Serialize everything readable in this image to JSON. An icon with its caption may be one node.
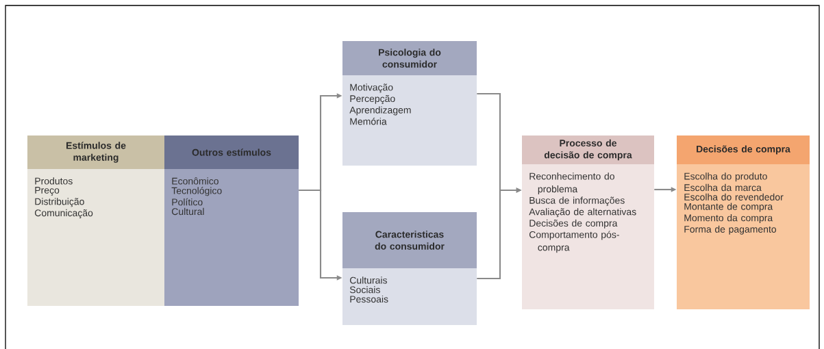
{
  "diagram": {
    "nodes": [
      {
        "text": [
          "Estímulos de marketing",
          "Produtos",
          "Preço",
          "Distribuição",
          "Comunicação"
        ]
      },
      {
        "text": [
          "Outros estímulos",
          "Econômico",
          "Tecnológico",
          "Político",
          "Cultural"
        ]
      },
      {
        "text": [
          "Psicologia do consumidor",
          "Motivação",
          "Percepção",
          "Aprendizagem",
          "Memória"
        ]
      },
      {
        "text": [
          "Caracteristicas do consumidor",
          "Culturais",
          "Sociais",
          "Pessoais"
        ]
      },
      {
        "text": [
          "Processo de decisão de compra",
          "Reconhecimento do problema",
          "Busca de informações",
          "Avaliação de alternativas",
          "Decisões de compra",
          "Comportamento pós-compra"
        ]
      },
      {
        "text": [
          "Decisões de compra",
          "Escolha do produto",
          "Escolha da marca",
          "Escolha do revendedor",
          "Montante de compra",
          "Momento da compra",
          "Forma de pagamento"
        ]
      }
    ],
    "edges": [
      {
        "from": 1,
        "to": 2,
        "arrow": "to"
      },
      {
        "from": 1,
        "to": 3,
        "arrow": "to"
      },
      {
        "from": 2,
        "to": 4,
        "arrow": "to"
      },
      {
        "from": 3,
        "to": 4,
        "arrow": "to"
      },
      {
        "from": 4,
        "to": 5,
        "arrow": "to"
      }
    ]
  }
}
